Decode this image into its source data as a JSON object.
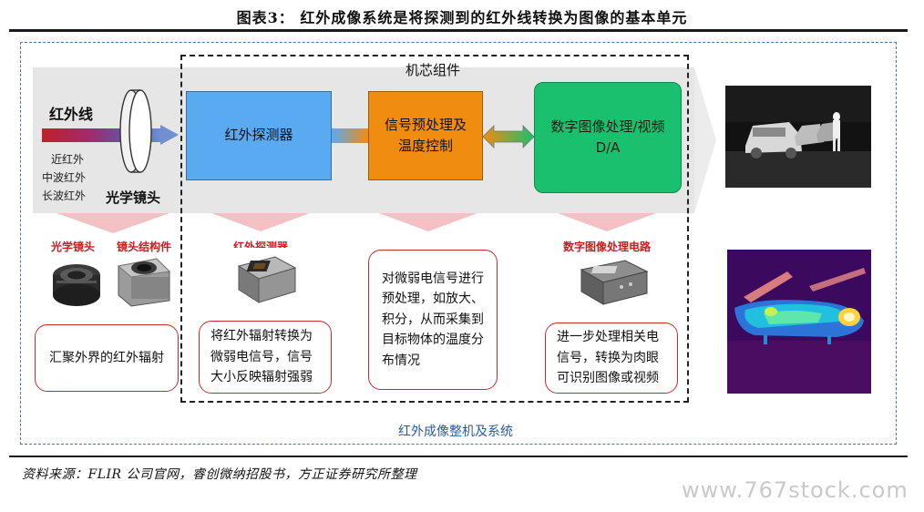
{
  "title": "图表3：   红外成像系统是将探测到的红外线转换为图像的基本单元",
  "system_label": "红外成像整机及系统",
  "chip_label": "机芯组件",
  "infrared": {
    "label": "红外线",
    "spectrum": [
      "近红外",
      "中波红外",
      "长波红外"
    ]
  },
  "lens_label": "光学镜头",
  "blocks": {
    "detector": "红外探测器",
    "signal": "信号预处理及温度控制",
    "digital": "数字图像处理/视频D/A"
  },
  "components": {
    "optical_lens": "光学镜头",
    "lens_structure": "镜头结构件",
    "ir_detector": "红外探测器",
    "digital_circuit": "数字图像处理电路"
  },
  "descriptions": {
    "lens": "汇聚外界的红外辐射",
    "detector": "将红外辐射转换为微弱电信号，信号大小反映辐射强弱",
    "signal": "对微弱电信号进行预处理，如放大、积分，从而采集到目标物体的温度分布情况",
    "digital": "进一步处理相关电信号，转换为肉眼可识别图像或视频"
  },
  "source": "资料来源：FLIR 公司官网，睿创微纳招股书，方正证券研究所整理",
  "watermark": "www.767stock.com",
  "colors": {
    "detector_block": "#5aaaf2",
    "signal_block": "#f08c10",
    "digital_block": "#19c06e",
    "accent_red": "#d01a20",
    "frame_blue": "#4a74b8"
  }
}
